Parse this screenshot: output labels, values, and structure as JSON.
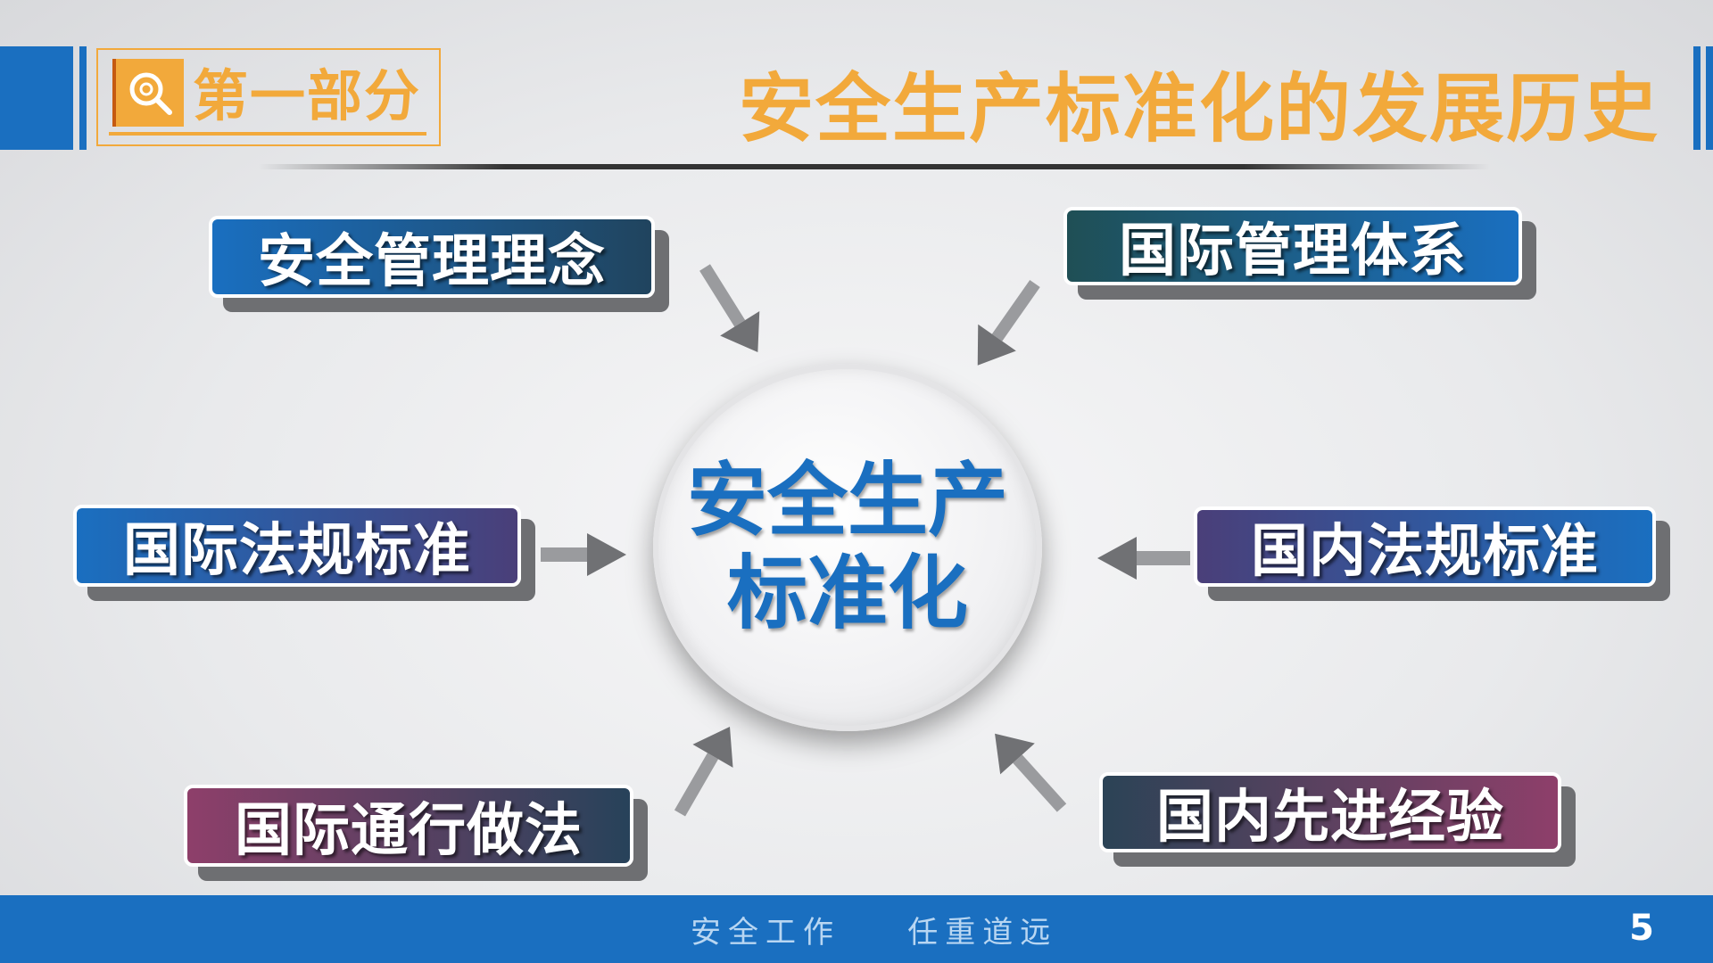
{
  "header": {
    "section_label": "第一部分",
    "page_title": "安全生产标准化的发展历史"
  },
  "diagram": {
    "center": {
      "line1": "安全生产",
      "line2": "标准化"
    },
    "nodes": [
      {
        "id": "top-left",
        "label": "安全管理理念"
      },
      {
        "id": "top-right",
        "label": "国际管理体系"
      },
      {
        "id": "mid-left",
        "label": "国际法规标准"
      },
      {
        "id": "mid-right",
        "label": "国内法规标准"
      },
      {
        "id": "bottom-left",
        "label": "国际通行做法"
      },
      {
        "id": "bottom-right",
        "label": "国内先进经验"
      }
    ]
  },
  "footer": {
    "slogan": "安全工作    任重道远",
    "page_number": "5"
  },
  "colors": {
    "accent_orange": "#f2a93b",
    "brand_blue": "#1a6fc0"
  },
  "icons": [
    "search-target-icon"
  ]
}
